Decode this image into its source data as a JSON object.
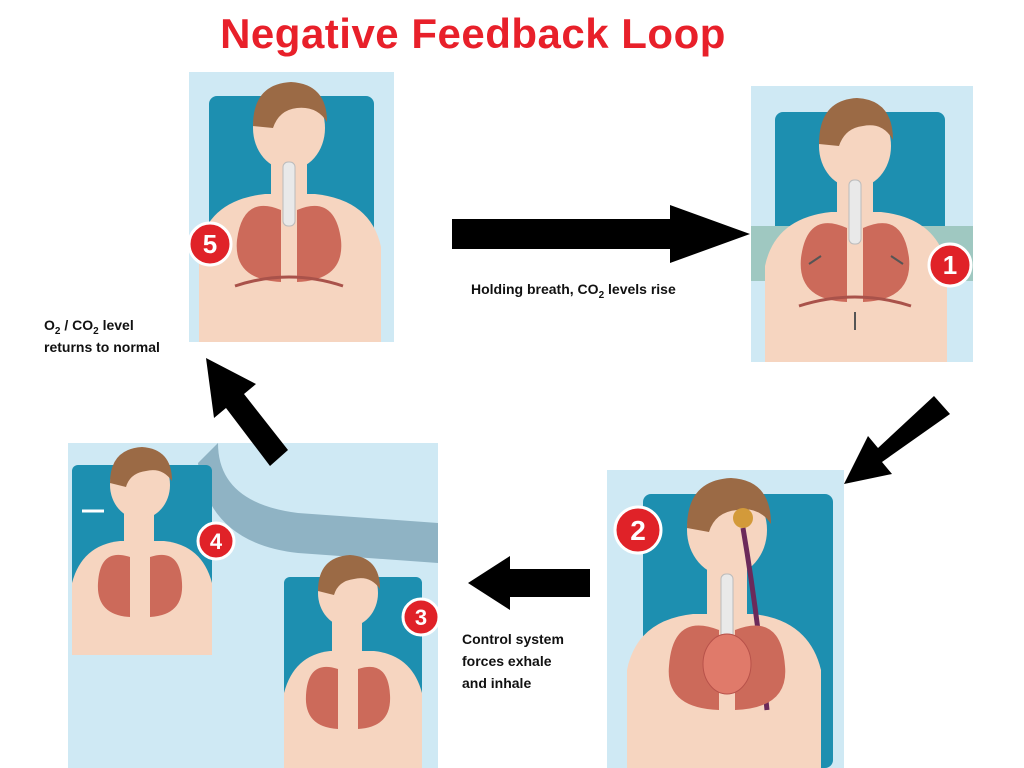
{
  "title": "Negative Feedback Loop",
  "captions": {
    "step1": {
      "pre": "Holding breath, CO",
      "sub": "2",
      "post": " levels rise"
    },
    "step5": {
      "o": "O",
      "osub": "2",
      "mid": " / CO",
      "csub": "2",
      "post": " level",
      "line2": "returns to normal"
    },
    "step3": {
      "line1": "Control system",
      "line2": "forces exhale",
      "line3": "and inhale"
    }
  },
  "badges": [
    "5",
    "1",
    "2",
    "4",
    "3"
  ],
  "colors": {
    "title": "#e8202a",
    "badge": "#e02228",
    "frame": "#1d8fb0",
    "panel_bg": "#cfe9f4",
    "skin": "#f6d5c0",
    "hair": "#9b6a45",
    "lung": "#cc6a5a",
    "arrow": "#000000"
  }
}
